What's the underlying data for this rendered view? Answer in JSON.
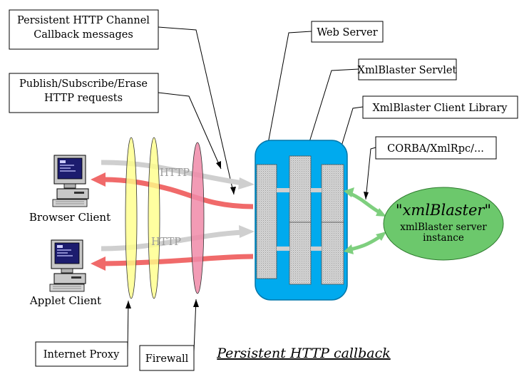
{
  "labels": {
    "callback_line1": "Persistent HTTP Channel",
    "callback_line2": "Callback messages",
    "requests_line1": "Publish/Subscribe/Erase",
    "requests_line2": "HTTP requests",
    "web_server": "Web Server",
    "servlet": "XmlBlaster Servlet",
    "client_library": "XmlBlaster Client Library",
    "protocols": "CORBA/XmlRpc/...",
    "internet_proxy": "Internet Proxy",
    "firewall": "Firewall"
  },
  "clients": {
    "browser": "Browser Client",
    "applet": "Applet Client"
  },
  "flows": {
    "http_top": "HTTP",
    "http_bottom": "HTTP"
  },
  "server": {
    "name": "\"xmlBlaster\"",
    "line2": "xmlBlaster server",
    "line3": "instance"
  },
  "caption": "Persistent HTTP callback",
  "colors": {
    "web_server_bg": "#00aaee",
    "ellipse_server": "#6cc86c",
    "proxy_ellipse": "#ffff88",
    "firewall_ellipse": "#f08aa8",
    "callback_arrow": "#f06a6a",
    "request_arrow": "#cfcfcf",
    "corba_arrow": "#7ecf7e"
  }
}
